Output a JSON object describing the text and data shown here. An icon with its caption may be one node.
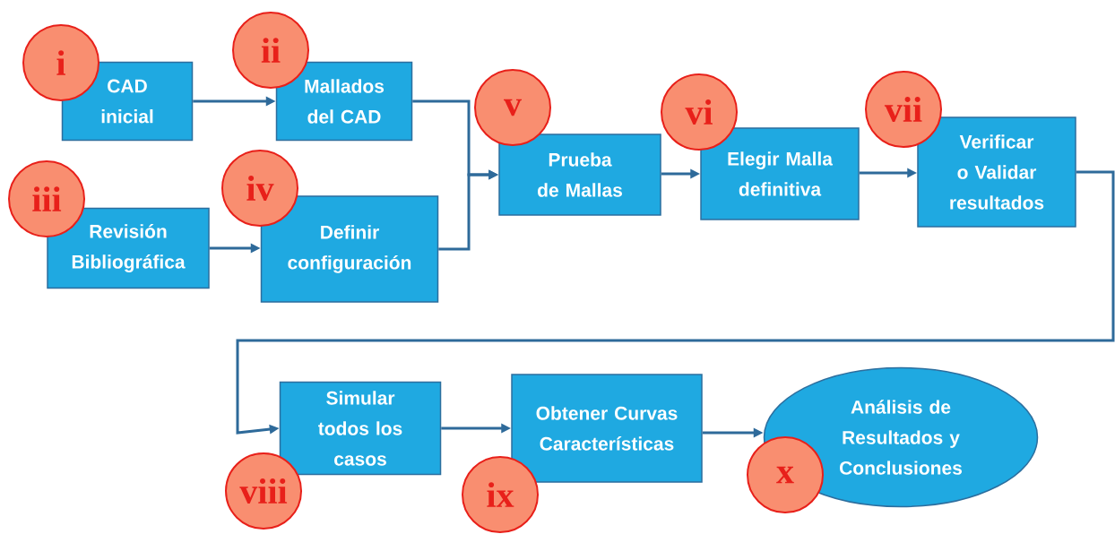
{
  "diagram": {
    "nodes": [
      {
        "text": [
          "i"
        ]
      },
      {
        "text": [
          "CAD inicial"
        ]
      },
      {
        "text": [
          "ii"
        ]
      },
      {
        "text": [
          "Mallados del CAD"
        ]
      },
      {
        "text": [
          "iii"
        ]
      },
      {
        "text": [
          "Revisión Bibliográfica"
        ]
      },
      {
        "text": [
          "iv"
        ]
      },
      {
        "text": [
          "Definir configuración"
        ]
      },
      {
        "text": [
          "v"
        ]
      },
      {
        "text": [
          "Prueba de Mallas"
        ]
      },
      {
        "text": [
          "vi"
        ]
      },
      {
        "text": [
          "Elegir Malla definitiva"
        ]
      },
      {
        "text": [
          "vii"
        ]
      },
      {
        "text": [
          "Verificar o Validar resultados"
        ]
      },
      {
        "text": [
          "viii"
        ]
      },
      {
        "text": [
          "Simular todos los casos"
        ]
      },
      {
        "text": [
          "ix"
        ]
      },
      {
        "text": [
          "Obtener Curvas Características"
        ]
      },
      {
        "text": [
          "x"
        ]
      },
      {
        "text": [
          "Análisis de Resultados y Conclusiones"
        ]
      }
    ],
    "edges": [
      {
        "from": 1,
        "to": 3,
        "arrow": "to"
      },
      {
        "from": 3,
        "to": 9,
        "arrow": "to"
      },
      {
        "from": 5,
        "to": 7,
        "arrow": "to"
      },
      {
        "from": 7,
        "to": 9,
        "arrow": "to"
      },
      {
        "from": 9,
        "to": 11,
        "arrow": "to"
      },
      {
        "from": 11,
        "to": 13,
        "arrow": "to"
      },
      {
        "from": 13,
        "to": 15,
        "arrow": "to"
      },
      {
        "from": 15,
        "to": 17,
        "arrow": "to"
      },
      {
        "from": 17,
        "to": 19,
        "arrow": "to"
      }
    ]
  }
}
